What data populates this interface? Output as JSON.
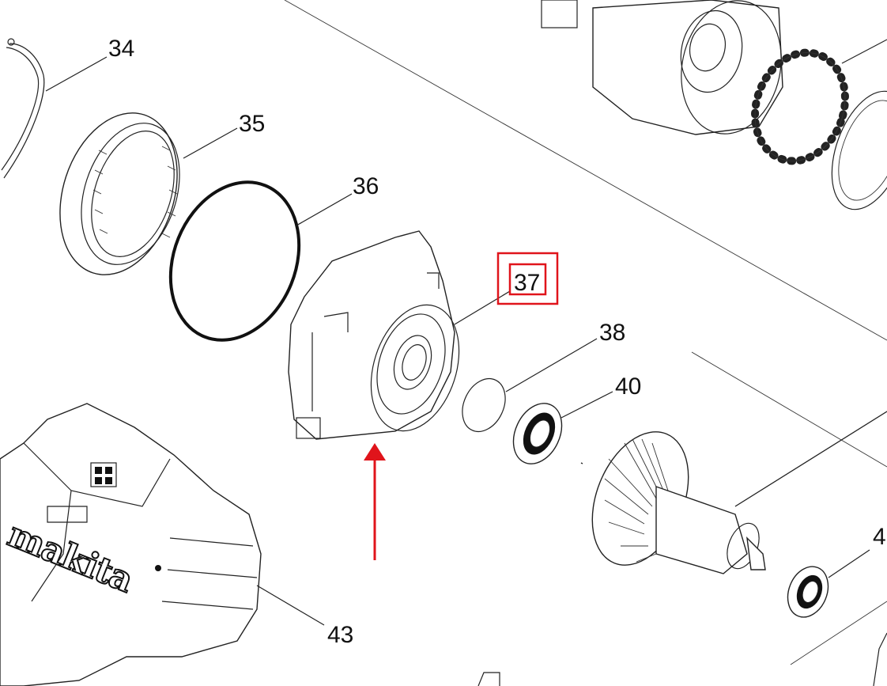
{
  "parts": {
    "p34": "34",
    "p35": "35",
    "p36": "36",
    "p37": "37",
    "p38": "38",
    "p40": "40",
    "p4x": "4",
    "p43": "43"
  },
  "brand": "makita",
  "highlight": {
    "target": "37",
    "box_color": "#e0141b",
    "arrow_color": "#e0141b"
  }
}
